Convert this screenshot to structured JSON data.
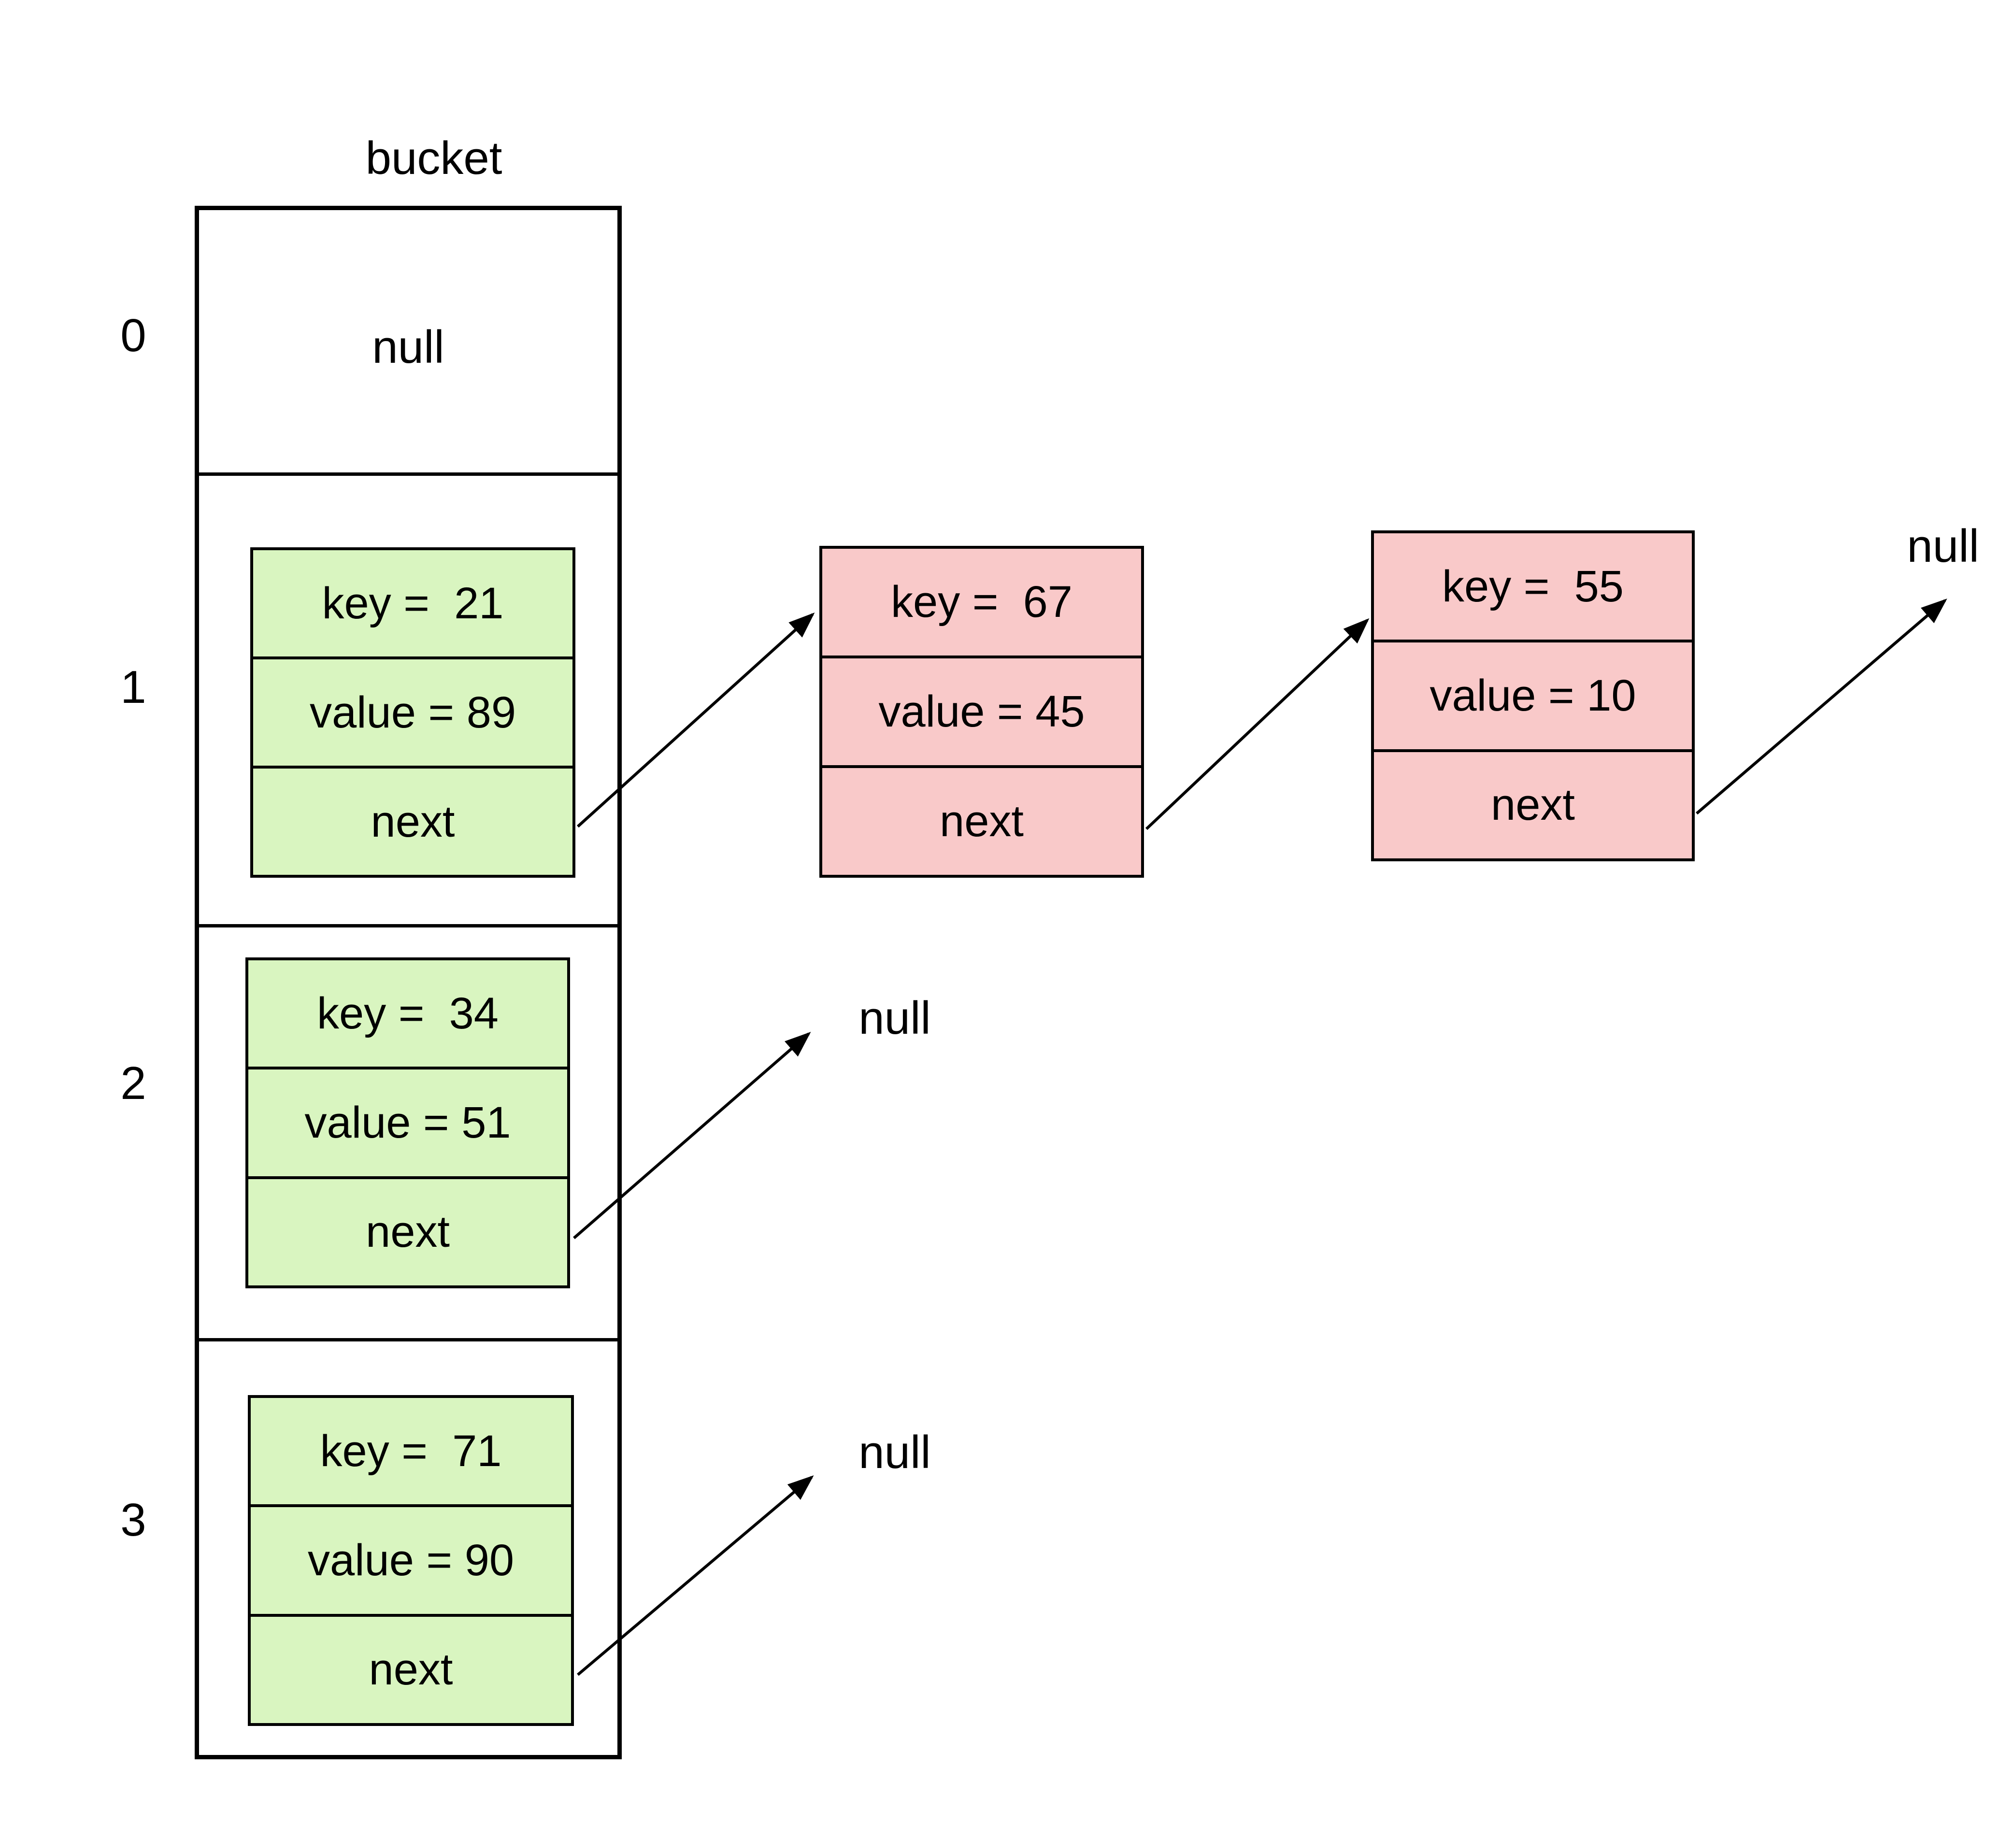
{
  "title": "bucket",
  "colors": {
    "node_green": "#d9f5c0",
    "node_pink": "#f9c9c9",
    "line": "#000000",
    "background": "#ffffff"
  },
  "buckets": [
    {
      "index": "0",
      "content": "null",
      "chain": []
    },
    {
      "index": "1",
      "chain": [
        {
          "color": "green",
          "key": "key =  21",
          "value": "value = 89",
          "next": "next"
        },
        {
          "color": "pink",
          "key": "key =  67",
          "value": "value = 45",
          "next": "next"
        },
        {
          "color": "pink",
          "key": "key =  55",
          "value": "value = 10",
          "next": "next"
        }
      ],
      "terminator": "null"
    },
    {
      "index": "2",
      "chain": [
        {
          "color": "green",
          "key": "key =  34",
          "value": "value = 51",
          "next": "next"
        }
      ],
      "terminator": "null"
    },
    {
      "index": "3",
      "chain": [
        {
          "color": "green",
          "key": "key =  71",
          "value": "value = 90",
          "next": "next"
        }
      ],
      "terminator": "null"
    }
  ],
  "links": [
    {
      "from": "bucket1.node-21.next",
      "to": "node-67"
    },
    {
      "from": "bucket1.node-67.next",
      "to": "node-55"
    },
    {
      "from": "bucket1.node-55.next",
      "to": "null"
    },
    {
      "from": "bucket2.node-34.next",
      "to": "null"
    },
    {
      "from": "bucket3.node-71.next",
      "to": "null"
    }
  ]
}
